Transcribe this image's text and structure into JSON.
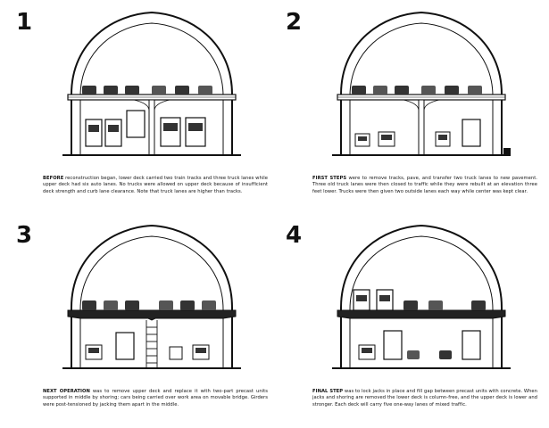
{
  "panels": [
    {
      "number": "1",
      "lead": "BEFORE",
      "text": "reconstruction began, lower deck carried two train tracks and three truck lanes while upper deck had six auto lanes. No trucks were allowed on upper deck because of insufficient deck strength and curb lane clearance. Note that truck lanes are higher than tracks."
    },
    {
      "number": "2",
      "lead": "FIRST STEPS",
      "text": "were to remove tracks, pave, and transfer two truck lanes to new pavement. Three old truck lanes were then closed to traffic while they were rebuilt at an elevation three feet lower. Trucks were then given two outside lanes each way while center was kept clear."
    },
    {
      "number": "3",
      "lead": "NEXT OPERATION",
      "text": "was to remove upper deck and replace it with two-part precast units supported in middle by shoring; cars being carried over work area on movable bridge. Girders were post-tensioned by jacking them apart in the middle."
    },
    {
      "number": "4",
      "lead": "FINAL STEP",
      "text": "was to lock jacks in place and fill gap between precast units with concrete. When jacks and shoring are removed the lower deck is column-free, and the upper deck is lower and stronger. Each deck will carry five one-way lanes of mixed traffic."
    }
  ],
  "colors": {
    "ink": "#111111",
    "paper": "#ffffff"
  }
}
